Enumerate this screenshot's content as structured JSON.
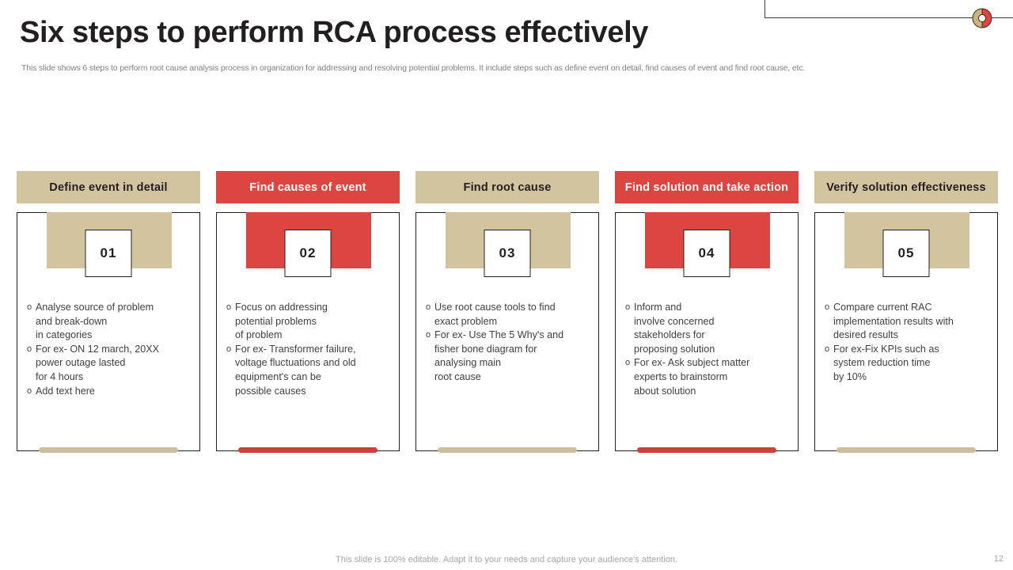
{
  "slide": {
    "title": "Six steps to perform RCA process effectively",
    "subtitle": "This slide shows 6 steps to perform root cause analysis process in organization for addressing and resolving potential problems. It include steps such as define event on detail, find causes of event and find root cause, etc.",
    "footer_note": "This slide is 100% editable. Adapt it to your needs and capture your audience's attention.",
    "page_number": "12"
  },
  "colors": {
    "tan": "#D3C4A0",
    "red": "#DC4540",
    "text_dark": "#231F20",
    "text_body": "#404040",
    "muted": "#A6A6A6"
  },
  "decoration": {
    "donut_left_color": "#C9B37E",
    "donut_right_color": "#DC4540",
    "line_color": "#3B3B3B"
  },
  "columns": [
    {
      "header": "Define event in detail",
      "theme": "tan",
      "number": "01",
      "bullets": [
        "Analyse source of problem\nand break-down\n in categories",
        "For ex- ON 12 march, 20XX\npower outage lasted\nfor 4 hours",
        "Add text here"
      ]
    },
    {
      "header": "Find causes of event",
      "theme": "red",
      "number": "02",
      "bullets": [
        "Focus on addressing\npotential problems\nof problem",
        "For ex- Transformer failure,\nvoltage fluctuations and old\nequipment's can be\npossible causes"
      ]
    },
    {
      "header": "Find root cause",
      "theme": "tan",
      "number": "03",
      "bullets": [
        "Use root cause tools to find\nexact problem",
        "For ex- Use The 5 Why's and\nfisher bone diagram for\nanalysing main\nroot cause"
      ]
    },
    {
      "header": "Find solution and take action",
      "theme": "red",
      "number": "04",
      "bullets": [
        "Inform and\ninvolve concerned\nstakeholders for\nproposing solution",
        "For ex- Ask subject matter\nexperts to brainstorm\nabout solution"
      ]
    },
    {
      "header": "Verify solution effectiveness",
      "theme": "tan",
      "number": "05",
      "bullets": [
        "Compare current RAC\nimplementation results with\ndesired results",
        "For ex-Fix KPIs such as\nsystem reduction time\nby 10%"
      ]
    }
  ],
  "bullet_marker": "o"
}
